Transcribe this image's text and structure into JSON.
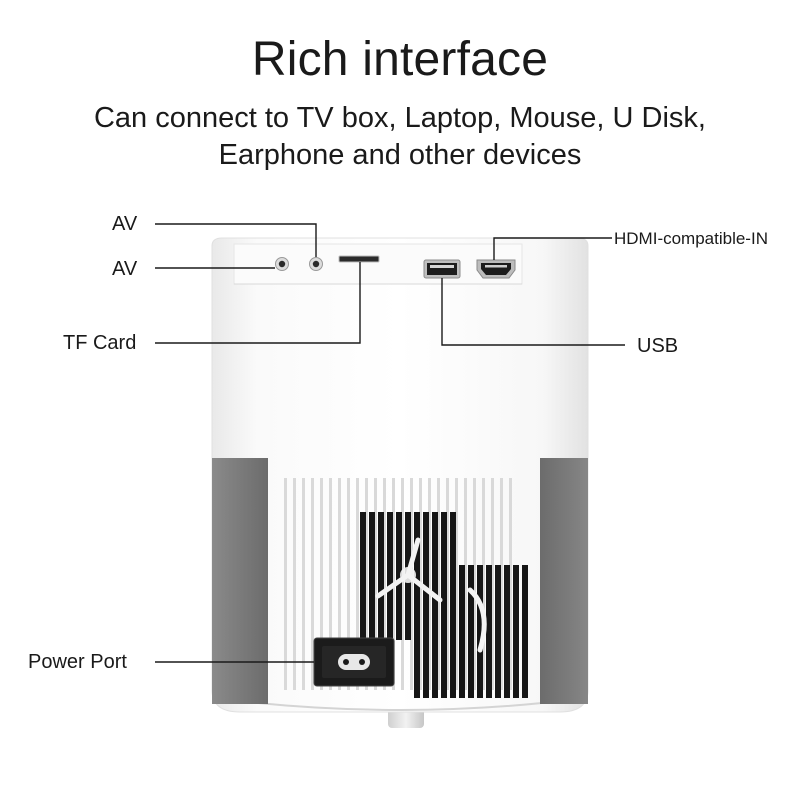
{
  "heading": {
    "title": "Rich interface",
    "subtitle_line1": "Can connect to TV box, Laptop, Mouse, U Disk,",
    "subtitle_line2": "Earphone and other devices"
  },
  "ports": {
    "av_top": "AV",
    "av_bottom": "AV",
    "tf_card": "TF Card",
    "hdmi": "HDMI-compatible-IN",
    "usb": "USB",
    "power": "Power Port"
  },
  "colors": {
    "body_white": "#ffffff",
    "side_panel_gray": "#7a7a7a",
    "vent_dark": "#161616",
    "leader_line": "#1a1a1a"
  },
  "icons": {
    "power_socket": "figure-eight-socket-icon",
    "fan": "fan-icon"
  }
}
